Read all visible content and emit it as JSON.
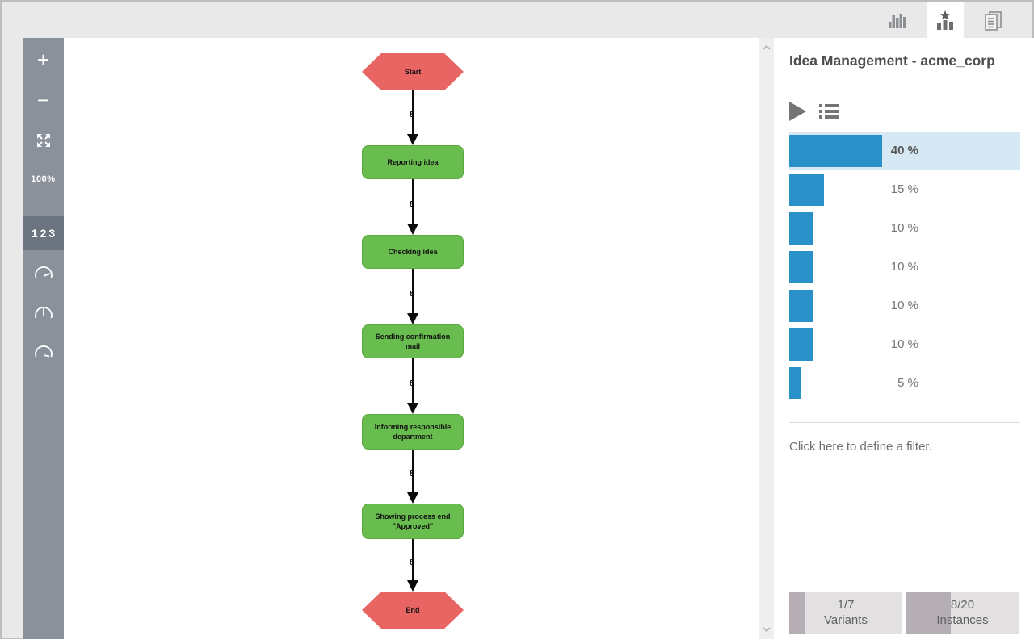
{
  "colors": {
    "accent_blue": "#2990c8",
    "selected_row_bg": "#d5e8f3",
    "activity_green": "#69bd4f",
    "start_end_red": "#e96563",
    "sidebar_gray": "#8a919b",
    "sidebar_selected_gray": "#6b7480",
    "stat_fill_gray": "#b5aeb5"
  },
  "topbar": {
    "tabs": [
      {
        "name": "chart-view",
        "selected": false
      },
      {
        "name": "variants-view",
        "selected": true
      },
      {
        "name": "document-view",
        "selected": false
      }
    ]
  },
  "sidebar": {
    "zoom_in": "+",
    "zoom_out": "−",
    "zoom_level": "100%",
    "frequency_label": "123"
  },
  "flowchart": {
    "nodes": [
      {
        "label": "Start",
        "type": "hexagon"
      },
      {
        "label": "Reporting idea",
        "type": "activity"
      },
      {
        "label": "Checking idea",
        "type": "activity"
      },
      {
        "label": "Sending confirmation mail",
        "type": "activity"
      },
      {
        "label": "Informing responsible department",
        "type": "activity"
      },
      {
        "label": "Showing process end \"Approved\"",
        "type": "activity"
      },
      {
        "label": "End",
        "type": "hexagon"
      }
    ],
    "edge_counts": [
      "8",
      "8",
      "8",
      "8",
      "8",
      "8"
    ]
  },
  "panel": {
    "title": "Idea Management - acme_corp",
    "variants": [
      {
        "pct": 40,
        "label": "40 %",
        "selected": true
      },
      {
        "pct": 15,
        "label": "15 %",
        "selected": false
      },
      {
        "pct": 10,
        "label": "10 %",
        "selected": false
      },
      {
        "pct": 10,
        "label": "10 %",
        "selected": false
      },
      {
        "pct": 10,
        "label": "10 %",
        "selected": false
      },
      {
        "pct": 10,
        "label": "10 %",
        "selected": false
      },
      {
        "pct": 5,
        "label": "5 %",
        "selected": false
      }
    ],
    "filter_text": "Click here to define a filter.",
    "stats": [
      {
        "value": "1/7",
        "label": "Variants",
        "fill_pct": 14.3
      },
      {
        "value": "8/20",
        "label": "Instances",
        "fill_pct": 40
      }
    ]
  }
}
